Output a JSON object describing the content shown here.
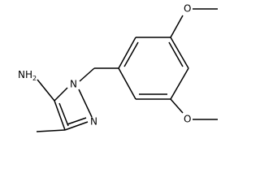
{
  "molecule": {
    "amine_label": "NH",
    "amine_subscript": "2",
    "ring_n1_label": "N",
    "ring_n2_label": "N",
    "methoxy_top_label": "O",
    "methoxy_bottom_label": "O"
  }
}
